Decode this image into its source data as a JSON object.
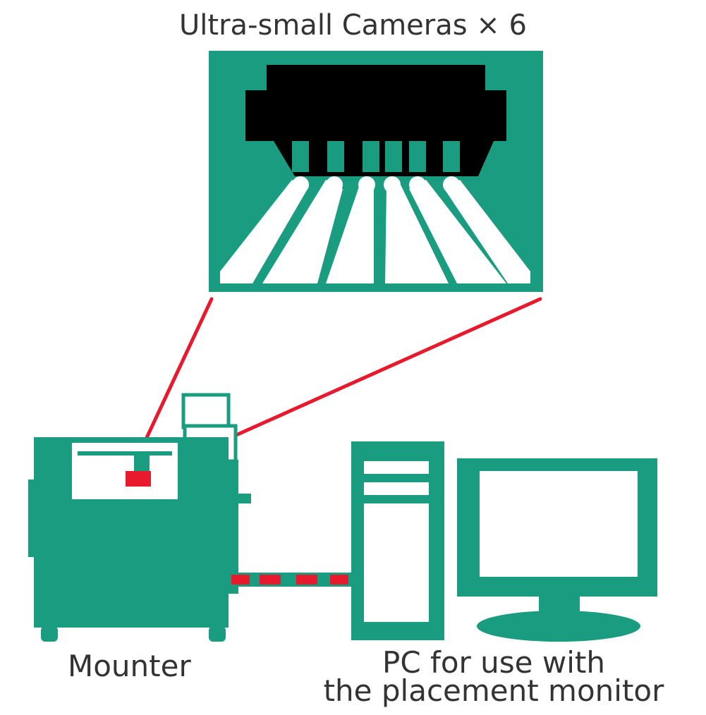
{
  "title": "Ultra-small Cameras × 6",
  "mounter": {
    "label": "Mounter"
  },
  "pc": {
    "label_line1": "PC for use with",
    "label_line2": "the placement monitor"
  },
  "colors": {
    "teal": "#1a9c80",
    "red": "#e8192c",
    "white": "#ffffff",
    "black": "#000000",
    "text": "#333333"
  },
  "camera_count": 6
}
